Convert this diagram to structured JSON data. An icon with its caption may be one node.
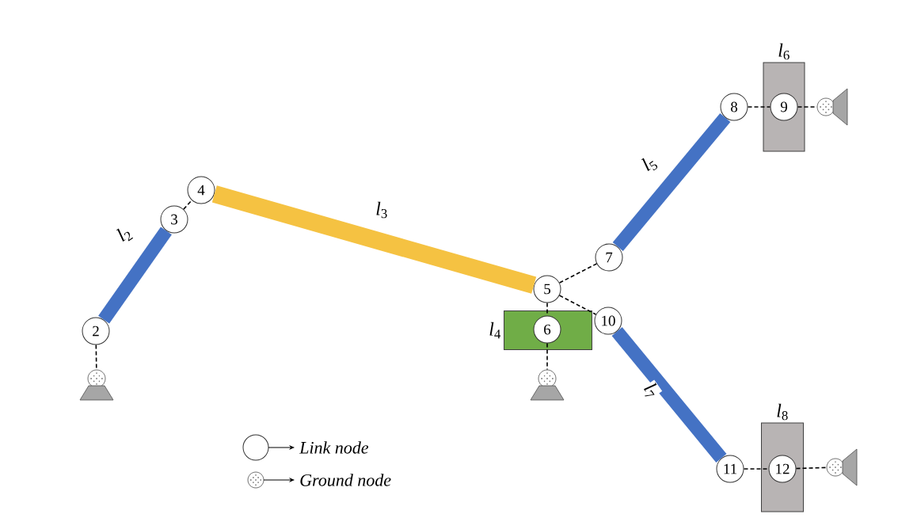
{
  "diagram": {
    "nodes": [
      {
        "text": [
          "2"
        ]
      },
      {
        "text": [
          "3"
        ]
      },
      {
        "text": [
          "4"
        ]
      },
      {
        "text": [
          "5"
        ]
      },
      {
        "text": [
          "*l*$_{4}$"
        ]
      },
      {
        "text": [
          "6"
        ],
        "in": 4
      },
      {
        "text": [
          "7"
        ]
      },
      {
        "text": [
          "8"
        ]
      },
      {
        "text": [
          "*l*$_{6}$"
        ]
      },
      {
        "text": [
          "9"
        ],
        "in": 8
      },
      {
        "text": [
          "10"
        ]
      },
      {
        "text": [
          "11"
        ]
      },
      {
        "text": [
          "*l*$_{8}$"
        ]
      },
      {
        "text": [
          "12"
        ],
        "in": 12
      },
      {
        "text": [],
        "shape": "circle"
      },
      {
        "text": [],
        "shape": "circle"
      },
      {
        "text": [],
        "shape": "circle"
      },
      {
        "text": [],
        "shape": "circle"
      }
    ],
    "edges": [
      {
        "from": 0,
        "to": 1,
        "arrow": "none",
        "style": "thick",
        "color": "#4472c4",
        "label": "*l*$_{2}$"
      },
      {
        "from": 1,
        "to": 2,
        "arrow": "none",
        "style": "dashed"
      },
      {
        "from": 2,
        "to": 3,
        "arrow": "none",
        "style": "thick",
        "color": "#f5c242",
        "label": "*l*$_{3}$"
      },
      {
        "from": 3,
        "to": 5,
        "arrow": "none",
        "style": "dashed"
      },
      {
        "from": 3,
        "to": 6,
        "arrow": "none",
        "style": "dashed"
      },
      {
        "from": 6,
        "to": 7,
        "arrow": "none",
        "style": "thick",
        "color": "#4472c4",
        "label": "*l*$_{5}$"
      },
      {
        "from": 7,
        "to": 9,
        "arrow": "none",
        "style": "dashed"
      },
      {
        "from": 9,
        "to": 16,
        "arrow": "none",
        "style": "dashed"
      },
      {
        "from": 3,
        "to": 10,
        "arrow": "none",
        "style": "dashed"
      },
      {
        "from": 10,
        "to": 11,
        "arrow": "none",
        "style": "thick",
        "color": "#4472c4",
        "label": "*l*$_{7}$"
      },
      {
        "from": 11,
        "to": 13,
        "arrow": "none",
        "style": "dashed"
      },
      {
        "from": 13,
        "to": 17,
        "arrow": "none",
        "style": "dashed"
      },
      {
        "from": 0,
        "to": 14,
        "arrow": "none",
        "style": "dashed"
      },
      {
        "from": 5,
        "to": 15,
        "arrow": "none",
        "style": "dashed"
      }
    ],
    "legend": [
      {
        "text": "Link node"
      },
      {
        "text": "Ground node"
      }
    ]
  }
}
